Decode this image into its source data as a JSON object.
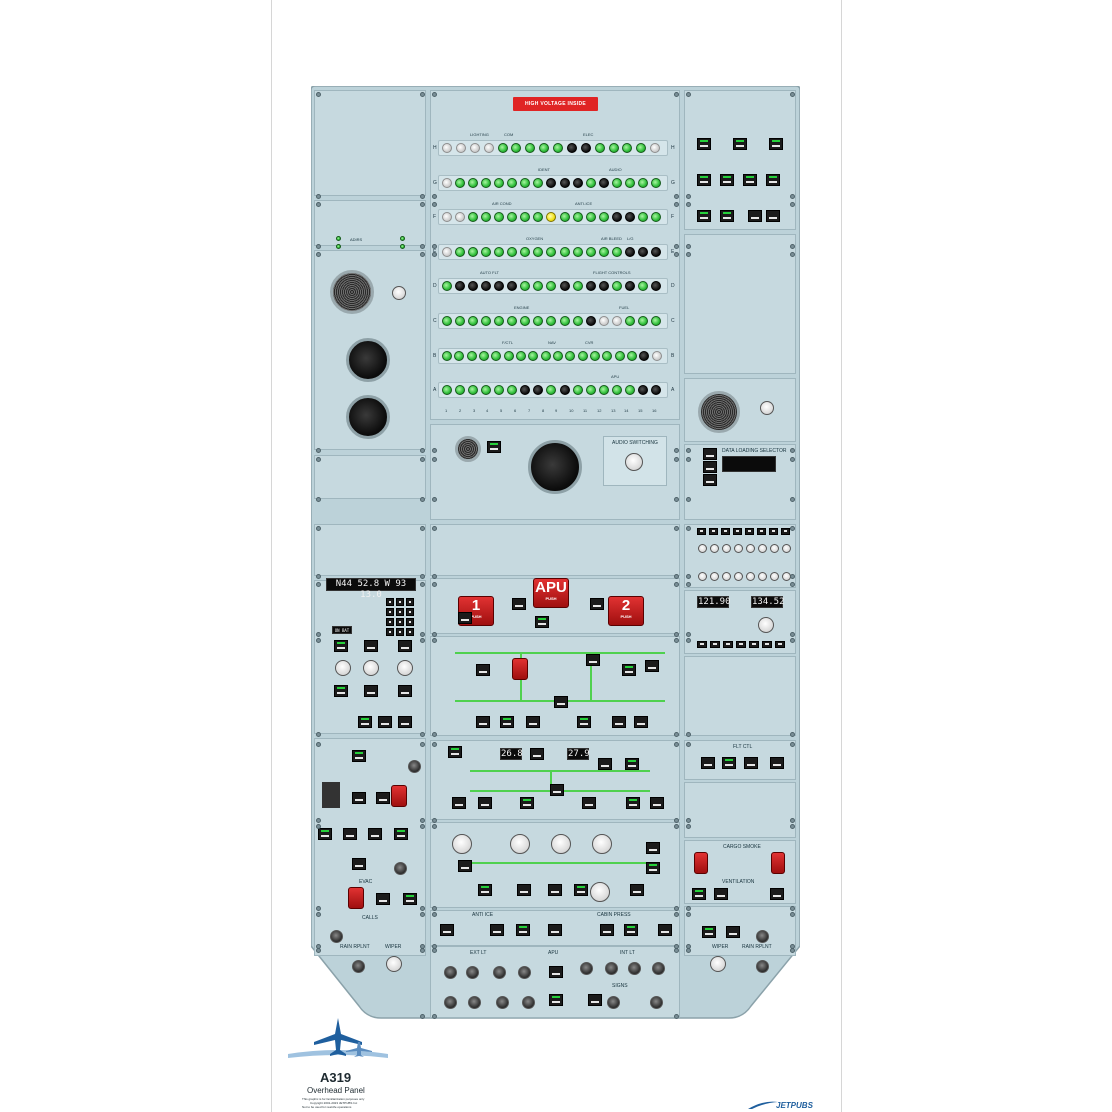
{
  "hv_label": "HIGH VOLTAGE INSIDE",
  "cb_rows": [
    {
      "letter": "H",
      "pattern": "wwwwgggggkkggggw"
    },
    {
      "letter": "G",
      "pattern": "wgggggggkkkgkgggg"
    },
    {
      "letter": "F",
      "pattern": "wwggggggyggggkkgg"
    },
    {
      "letter": "E",
      "pattern": "wgggggggggggggkkk"
    },
    {
      "letter": "D",
      "pattern": "gkkkkkgggkgkkgkgk"
    },
    {
      "letter": "C",
      "pattern": "gggggggggggkwwggg"
    },
    {
      "letter": "B",
      "pattern": "ggggggggggggggggkw"
    },
    {
      "letter": "A",
      "pattern": "ggggggkkgkgggggkk"
    }
  ],
  "cb_group_labels": [
    "LIGHTING",
    "ELEC",
    "COM",
    "AUDIO",
    "IDENT",
    "ANTI-ICE",
    "AIR COND",
    "AIR BLEED",
    "OXYGEN",
    "L/G",
    "AUTO FLT",
    "FLIGHT CONTROLS",
    "ENGINE",
    "FUEL",
    "NAV",
    "CVR",
    "F/CTL",
    "APU"
  ],
  "col_numbers": [
    "1",
    "2",
    "3",
    "4",
    "5",
    "6",
    "7",
    "8",
    "9",
    "10",
    "11",
    "12",
    "13",
    "14",
    "15",
    "16"
  ],
  "audio_switching": "AUDIO SWITCHING",
  "data_loading": "DATA LOADING SELECTOR",
  "adirs_display": "N44 52.8  W 93 13.0",
  "on_bat": "ON BAT",
  "fire_labels": [
    "1",
    "APU",
    "2"
  ],
  "fire_sub": "PUSH",
  "elec_displays": [
    "26.8",
    "27.9"
  ],
  "radio_freqs": [
    "121.90",
    "134.52"
  ],
  "cargo_smoke": "CARGO SMOKE",
  "ventilation": "VENTILATION",
  "flt_ctl": "FLT CTL",
  "evac": "EVAC",
  "wiper": "WIPER",
  "rain_rplnt": "RAIN RPLNT",
  "calls": "CALLS",
  "ext_lt": "EXT LT",
  "int_lt": "INT LT",
  "signs": "SIGNS",
  "anti_ice": "ANTI ICE",
  "cabin_press": "CABIN PRESS",
  "apu": "APU",
  "title": "A319",
  "subtitle": "Overhead Panel",
  "fine_print": [
    "This graphic is for familiarization purposes only",
    "Copyright 2001-2023 JETPUBS Inc",
    "Not to be used for real-life operations"
  ],
  "brand": "JETPUBS",
  "colors": {
    "panel": "#c6d9df",
    "green": "#2fbf3a",
    "red": "#c21414",
    "accent": "#1f5f9e"
  }
}
